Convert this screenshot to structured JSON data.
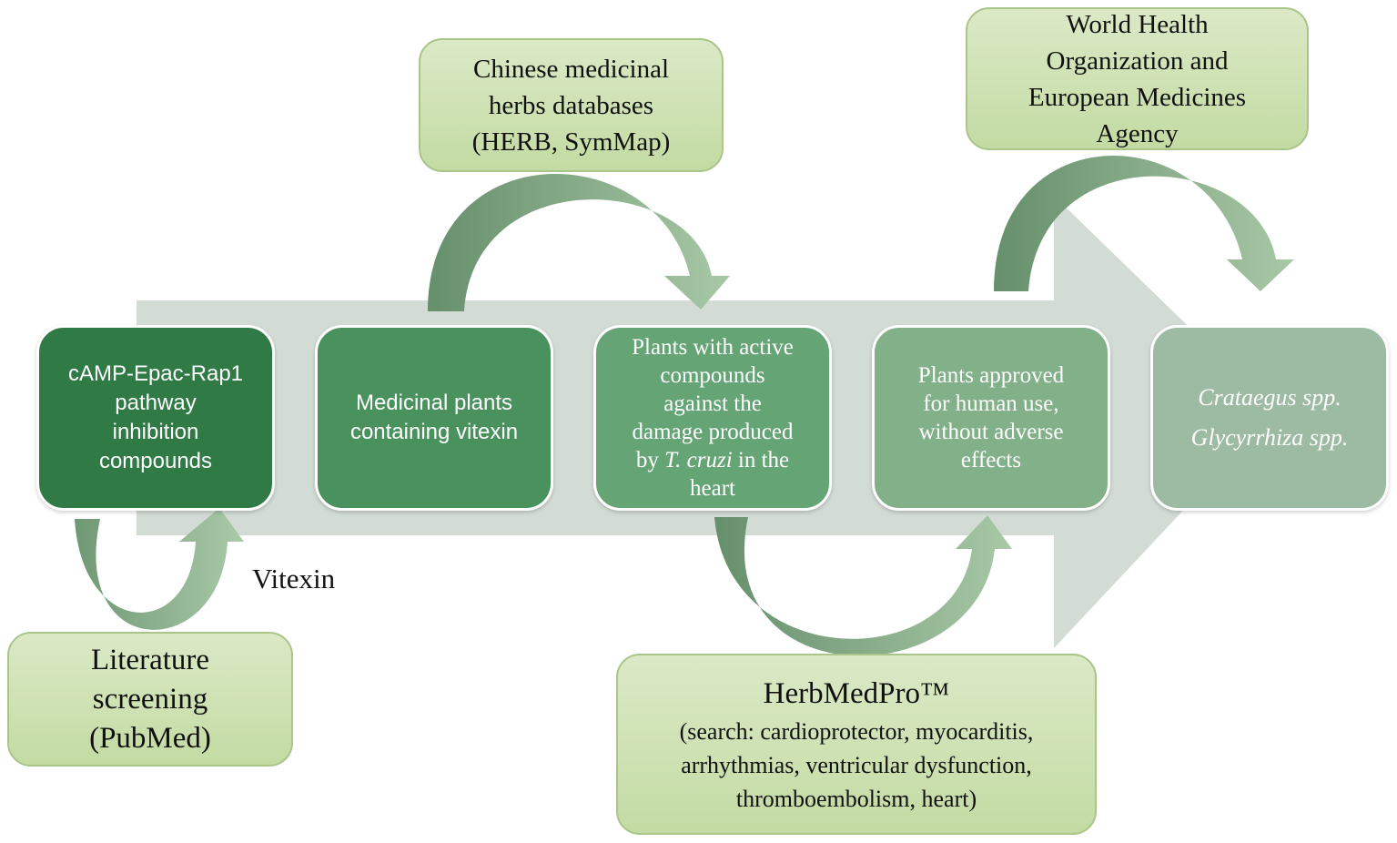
{
  "stages": [
    {
      "id": "camp",
      "text": "cAMP-Epac-Rap1\npathway\ninhibition\ncompounds",
      "color": "#2f7a45"
    },
    {
      "id": "medicinal",
      "text": "Medicinal plants\ncontaining vitexin",
      "color": "#4a925d"
    },
    {
      "id": "active",
      "text_before": "Plants with active\ncompounds\nagainst the\ndamage produced\nby ",
      "text_italic": "T. cruzi",
      "text_after": " in the\nheart",
      "color": "#65a475"
    },
    {
      "id": "approved",
      "text": "Plants approved\nfor human use,\nwithout adverse\neffects",
      "color": "#82b088"
    },
    {
      "id": "result",
      "lines": [
        "Crataegus spp.",
        "Glycyrrhiza spp."
      ],
      "color": "#9dbba2"
    }
  ],
  "sources": {
    "literature": "Literature\nscreening\n(PubMed)",
    "chinese": "Chinese medicinal\nherbs databases\n(HERB, SymMap)",
    "who": "World Health\nOrganization and\nEuropean Medicines\nAgency",
    "herbmed_title": "HerbMedPro™",
    "herbmed_detail": "(search: cardioprotector, myocarditis,\narrhythmias, ventricular dysfunction,\nthromboembolism, heart)"
  },
  "labels": {
    "vitexin": "Vitexin"
  },
  "colors": {
    "big_arrow": "#d2dcd4",
    "curved_arrow_dark": "#6f9874",
    "curved_arrow_light": "#a9c9a9",
    "source_fill": "#cfe2b6",
    "source_border": "#a9c58a"
  }
}
